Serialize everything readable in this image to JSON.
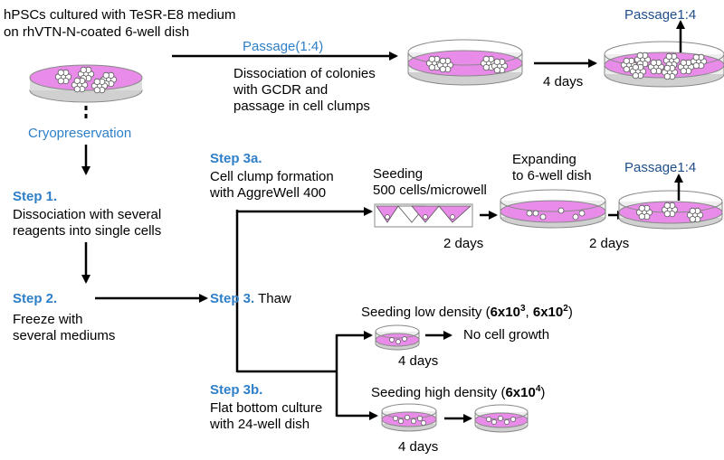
{
  "header": {
    "culture_line1": "hPSCs cultured with TeSR-E8 medium",
    "culture_line2": "on rhVTN-N-coated 6-well dish"
  },
  "labels": {
    "cryopreservation": "Cryopreservation",
    "passage_top": "Passage(1:4)",
    "dissociation_line1": "Dissociation of colonies",
    "dissociation_line2": "with GCDR and",
    "dissociation_line3": "passage in cell clumps",
    "days_top": "4 days",
    "passage_top_right": "Passage1:4",
    "step1": "Step 1.",
    "step1_desc_line1": "Dissociation with several",
    "step1_desc_line2": "reagents  into single cells",
    "step2": "Step 2.",
    "step2_desc_line1": "Freeze with",
    "step2_desc_line2": "several mediums",
    "step3": "Step 3.",
    "thaw": " Thaw",
    "step3a": "Step 3a.",
    "step3a_desc_line1": "Cell clump formation",
    "step3a_desc_line2": "with AggreWell 400",
    "seeding_line1": "Seeding",
    "seeding_line2": "500 cells/microwell",
    "days_a1": "2 days",
    "expanding_line1": "Expanding",
    "expanding_line2": "to 6-well dish",
    "days_a2": "2 days",
    "passage_mid_right": "Passage1:4",
    "low_density_prefix": "Seeding low density (",
    "low_density_val1": "6x10",
    "low_density_exp1": "3",
    "low_density_sep": ", ",
    "low_density_val2": "6x10",
    "low_density_exp2": "2",
    "low_density_suffix": ")",
    "no_growth": "No cell growth",
    "days_low": "4 days",
    "high_density_prefix": "Seeding high density (",
    "high_density_val": "6x10",
    "high_density_exp": "4",
    "high_density_suffix": ")",
    "days_high": "4 days",
    "step3b": "Step 3b.",
    "step3b_desc_line1": "Flat bottom culture",
    "step3b_desc_line2": "with 24-well dish"
  },
  "colors": {
    "medium": "#e98ce9",
    "medium_dark": "#c85fc8",
    "step_blue": "#2e7fc8",
    "passage_navy": "#1f4e8c"
  }
}
